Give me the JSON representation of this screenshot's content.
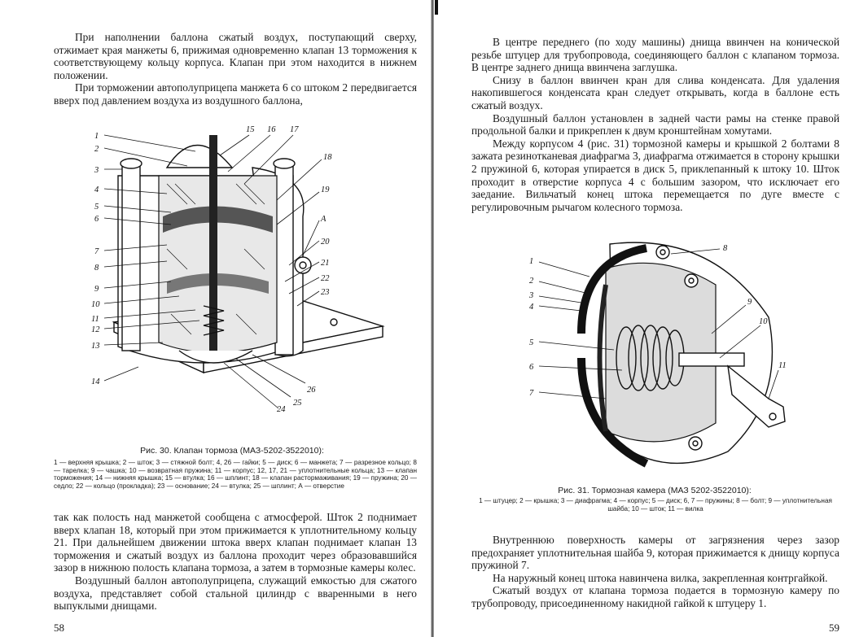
{
  "left_page": {
    "para_top_1": "При наполнении баллона сжатый воздух, поступающий сверху, отжимает края манжеты 6, прижимая одновременно клапан 13 торможения к соответствующему кольцу корпуса. Клапан при этом находится в нижнем положении.",
    "para_top_2": "При торможении автополуприцепа манжета 6 со штоком 2 передвигается вверх под давлением воздуха из воздушного баллона,",
    "figure": {
      "labels_left": [
        "1",
        "2",
        "3",
        "4",
        "5",
        "6",
        "7",
        "8",
        "9",
        "10",
        "11",
        "12",
        "13",
        "14"
      ],
      "labels_top": [
        "15",
        "16",
        "17"
      ],
      "labels_right": [
        "18",
        "19",
        "A",
        "20",
        "21",
        "22",
        "23"
      ],
      "labels_bottom": [
        "26",
        "25",
        "24"
      ],
      "caption": "Рис. 30. Клапан тормоза (МАЗ-5202-3522010):",
      "legend": "1 — верхняя крышка; 2 — шток; 3 — стяжной болт; 4, 26 — гайки; 5 — диск; 6 — манжета; 7 — разрезное кольцо; 8 — тарелка; 9 — чашка; 10 — возвратная пружина; 11 — корпус; 12, 17, 21 — уплотнительные кольца; 13 — клапан торможения; 14 — нижняя крышка; 15 — втулка; 16 — шплинт; 18 — клапан растормаживания; 19 — пружина; 20 — седло; 22 — кольцо (прокладка); 23 — основание; 24 — втулка; 25 — шплинт; А — отверстие"
    },
    "para_bottom_1": "так как полость над манжетой сообщена с атмосферой. Шток 2 поднимает вверх клапан 18, который при этом прижимается к уплотнительному кольцу 21. При дальнейшем движении штока вверх клапан поднимает клапан 13 торможения и сжатый воздух из баллона проходит через образовавшийся зазор в нижнюю полость клапана тормоза, а затем в тормозные камеры колес.",
    "para_bottom_2": "Воздушный баллон автополуприцепа, служащий емкостью для сжатого воздуха, представляет собой стальной цилиндр с вваренными в него выпуклыми днищами.",
    "page_number": "58"
  },
  "right_page": {
    "para_1": "В центре переднего (по ходу машины) днища ввинчен на конической резьбе штуцер для трубопровода, соединяющего баллон с клапаном тормоза. В центре заднего днища ввинчена заглушка.",
    "para_2": "Снизу в баллон ввинчен кран для слива конденсата. Для удаления накопившегося конденсата кран следует открывать, когда в баллоне есть сжатый воздух.",
    "para_3": "Воздушный баллон установлен в задней части рамы на стенке правой продольной балки и прикреплен к двум кронштейнам хомутами.",
    "para_4": "Между корпусом 4 (рис. 31) тормозной камеры и крышкой 2 болтами 8 зажата резинотканевая диафрагма 3, диафрагма отжимается в сторону крышки 2 пружиной 6, которая упирается в диск 5, приклепанный к штоку 10. Шток проходит в отверстие корпуса 4 с большим зазором, что исключает его заедание. Вильчатый конец штока перемещается по дуге вместе с регулировочным рычагом колесного тормоза.",
    "figure": {
      "labels": [
        "1",
        "2",
        "3",
        "4",
        "5",
        "6",
        "7",
        "8",
        "9",
        "10",
        "11"
      ],
      "caption": "Рис. 31. Тормозная камера (МАЗ 5202-3522010):",
      "legend": "1 — штуцер; 2 — крышка; 3 — диафрагма; 4 — корпус; 5 — диск; 6, 7 — пружины; 8 — болт; 9 — уплотнительная шайба; 10 — шток; 11 — вилка"
    },
    "para_5": "Внутреннюю поверхность камеры от загрязнения через зазор предохраняет уплотнительная шайба 9, которая прижимается к днищу корпуса пружиной 7.",
    "para_6": "На наружный конец штока навинчена вилка, закрепленная контргайкой.",
    "para_7": "Сжатый воздух от клапана тормоза подается в тормозную камеру по трубопроводу, присоединенному накидной гайкой к штуцеру 1.",
    "page_number": "59"
  }
}
